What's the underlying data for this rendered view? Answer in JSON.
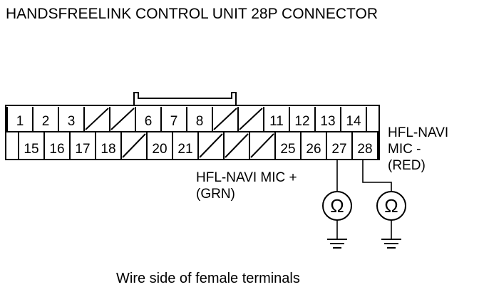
{
  "title": "HANDSFREELINK CONTROL UNIT 28P CONNECTOR",
  "footer": "Wire side of female terminals",
  "connector": {
    "row1": [
      "1",
      "2",
      "3",
      "/",
      "/",
      "6",
      "7",
      "8",
      "/",
      "/",
      "11",
      "12",
      "13",
      "14"
    ],
    "row2": [
      "15",
      "16",
      "17",
      "18",
      "/",
      "20",
      "21",
      "/",
      "/",
      "/",
      "25",
      "26",
      "27",
      "28"
    ]
  },
  "labels": {
    "mic_minus_line1": "HFL-NAVI",
    "mic_minus_line2": "MIC -",
    "mic_minus_line3": "(RED)",
    "mic_plus_line1": "HFL-NAVI MIC +",
    "mic_plus_line2": "(GRN)"
  },
  "meters": {
    "symbol": "Ω",
    "icon": "ohmmeter-icon",
    "ground_icon": "ground-icon"
  }
}
